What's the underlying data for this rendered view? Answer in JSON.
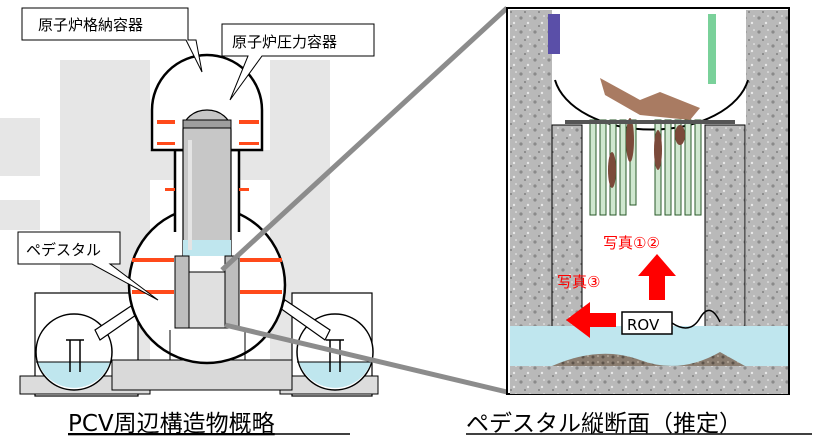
{
  "labels": {
    "containment_vessel": "原子炉格納容器",
    "pressure_vessel": "原子炉圧力容器",
    "pedestal": "ペデスタル",
    "rov": "ROV",
    "photo_12": "写真①②",
    "photo_3": "写真③"
  },
  "captions": {
    "left": "PCV周辺構造物概略",
    "right": "ペデスタル縦断面（推定）"
  },
  "colors": {
    "water": "#bfe6ee",
    "concrete": "#c8c8c8",
    "structure_gray": "#e6e6e6",
    "arrow_red": "#ff0000",
    "heater_red": "#ff4a1a",
    "photo_text": "#ff0000"
  },
  "icons": {
    "arrow_left": "red-arrow-left",
    "arrow_up": "red-arrow-up"
  }
}
